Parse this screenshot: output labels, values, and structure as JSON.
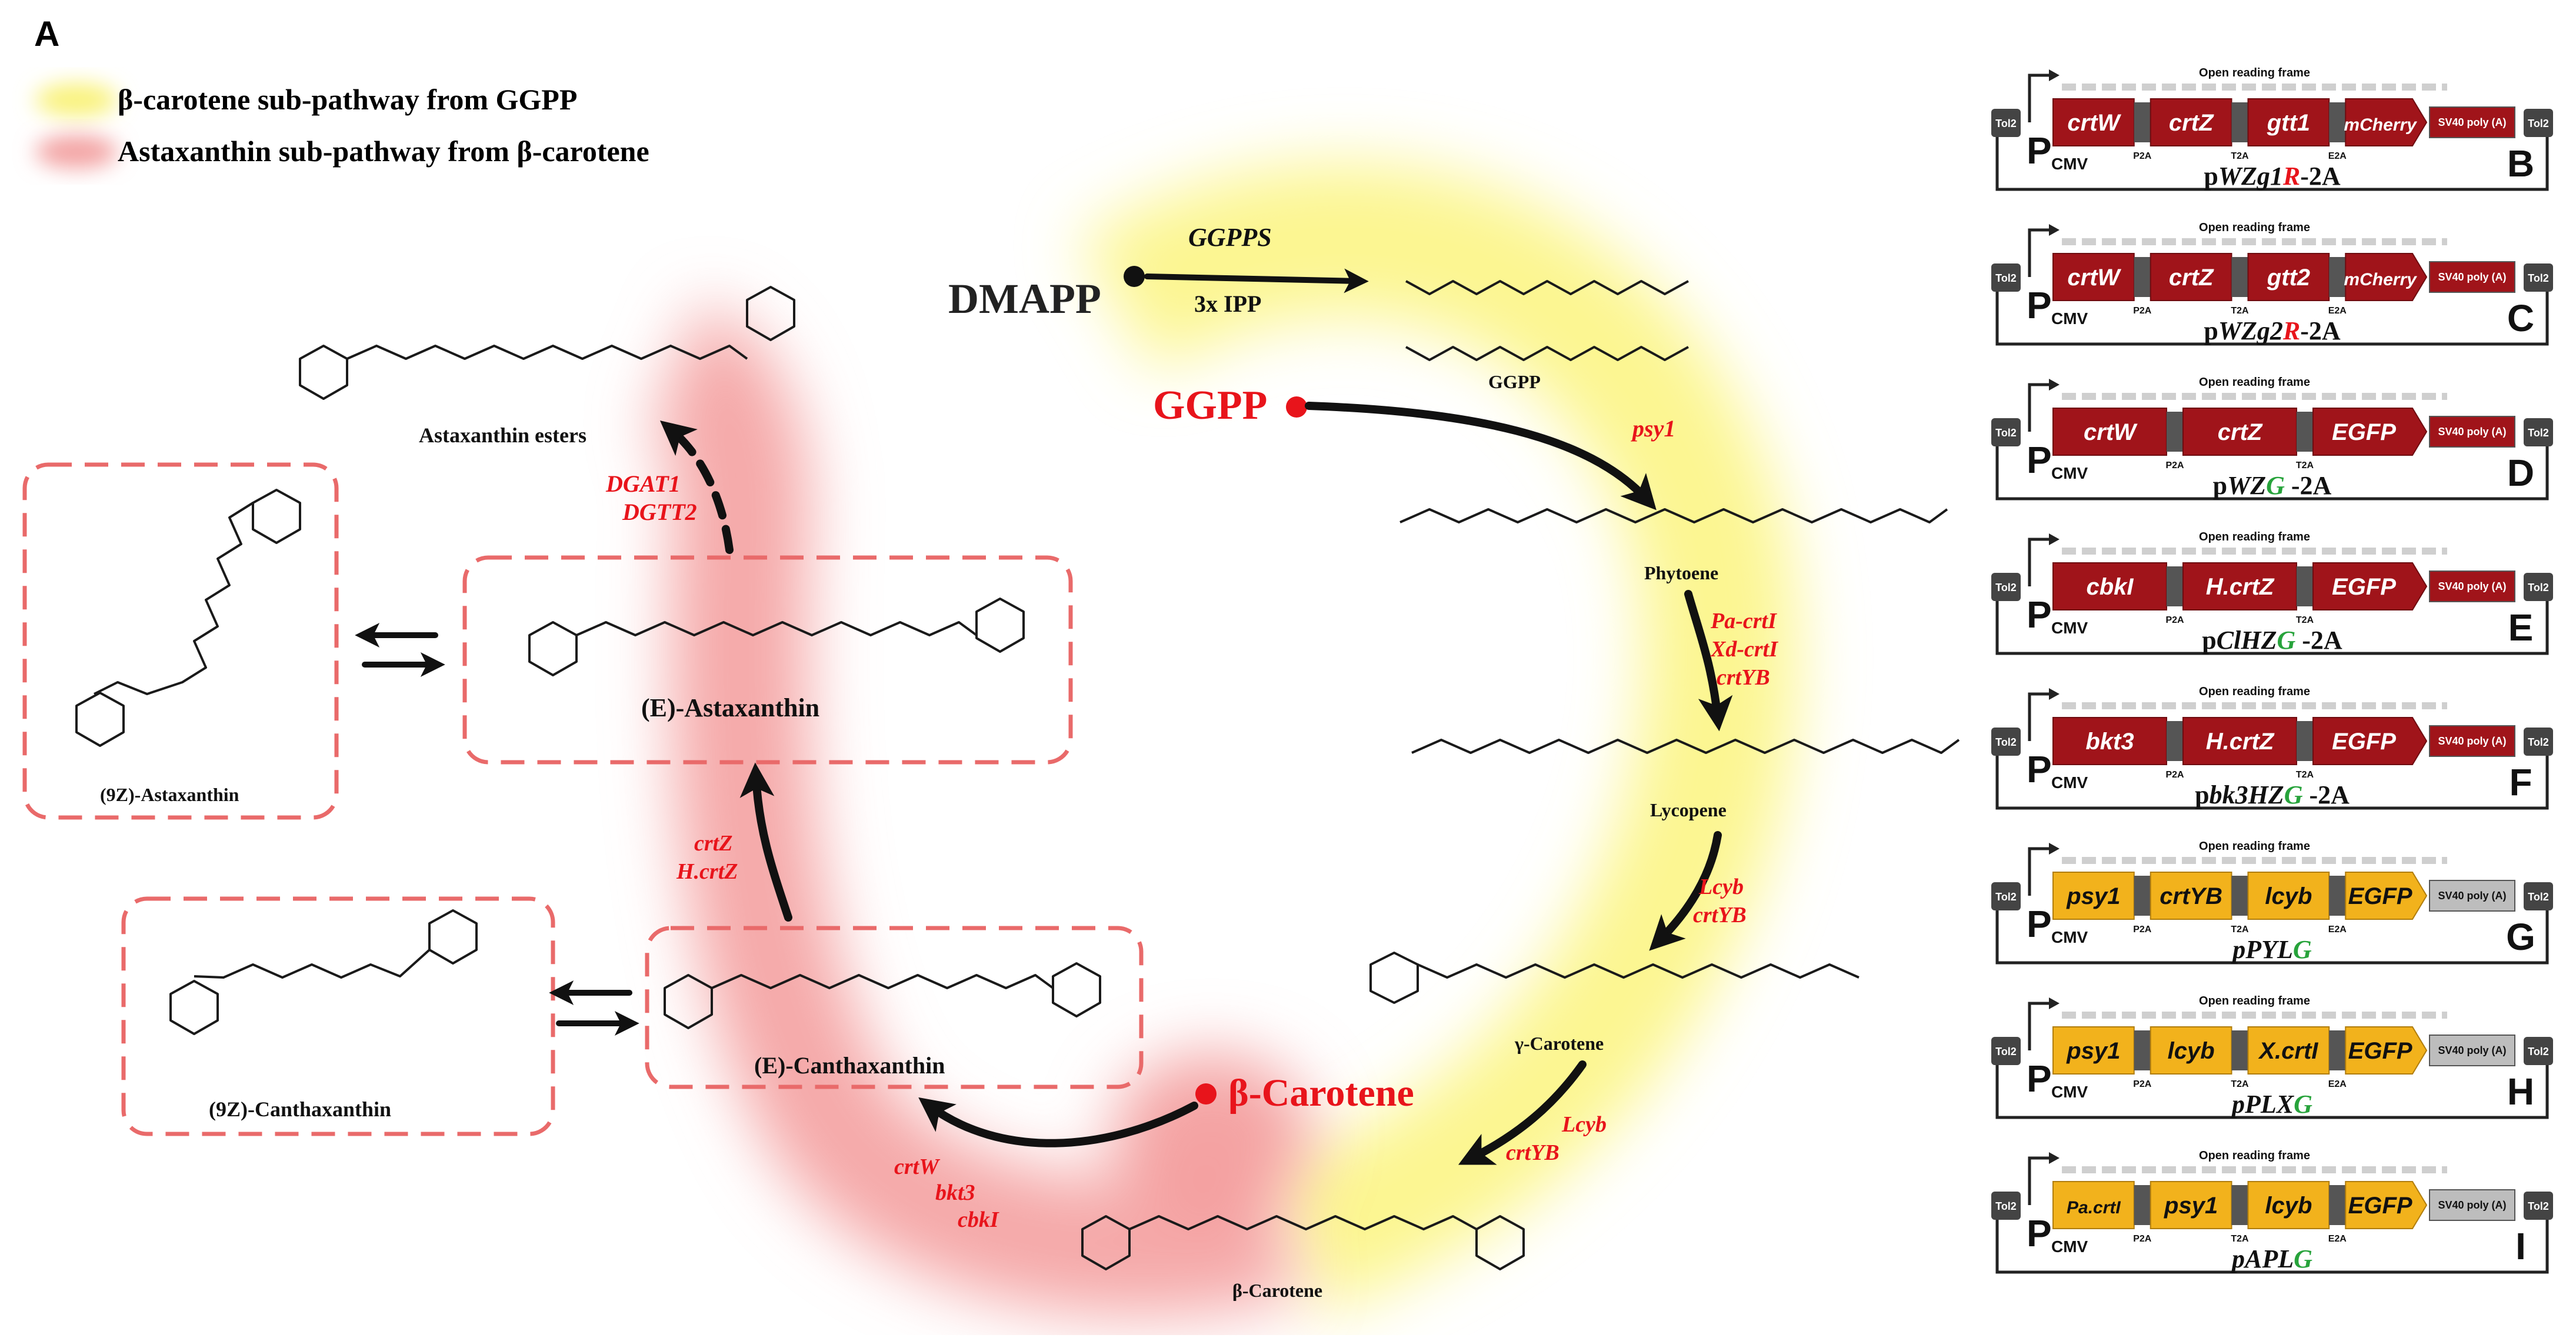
{
  "panel_letter": "A",
  "legend": [
    {
      "label": "β-carotene sub-pathway from GGPP",
      "color": "#f9f27a"
    },
    {
      "label": "Astaxanthin sub-pathway from β-carotene",
      "color": "#f3a3a3"
    }
  ],
  "colors": {
    "enzyme": "#e8141b",
    "dark_red_orf": "#a0141a",
    "yellow_orf": "#f2b21c",
    "green_letter": "#27a33b",
    "gray_poly": "#bdbdbd"
  },
  "metabolites": {
    "dmapp": "DMAPP",
    "ggpp_big": "GGPP",
    "ggpp_small": "GGPP",
    "phytoene": "Phytoene",
    "lycopene": "Lycopene",
    "gamma_carotene": "γ-Carotene",
    "beta_carotene_small": "β-Carotene",
    "beta_carotene_big": "β-Carotene",
    "canthaxanthin_e": "(E)-Canthaxanthin",
    "canthaxanthin_9z": "(9Z)-Canthaxanthin",
    "astaxanthin_e": "(E)-Astaxanthin",
    "astaxanthin_9z": "(9Z)-Astaxanthin",
    "astaxanthin_esters": "Astaxanthin esters"
  },
  "enzymes": {
    "ggpps": "GGPPS",
    "ipp": "3x IPP",
    "psy1": "psy1",
    "lycopene_step": [
      "Pa-crtI",
      "Xd-crtI",
      "crtYB"
    ],
    "gamma_step": [
      "Lcyb",
      "crtYB"
    ],
    "beta_step": [
      "Lcyb",
      "crtYB"
    ],
    "cantha_step": [
      "crtW",
      "bkt3",
      "cbkI"
    ],
    "asta_step": [
      "crtZ",
      "H.crtZ"
    ],
    "ester_step": [
      "DGAT1",
      "DGTT2"
    ]
  },
  "construct_common": {
    "orf_label": "Open reading frame",
    "tol2": "Tol2",
    "promoter_p": "P",
    "promoter_sub": "CMV",
    "poly_label": "SV40 poly (A)",
    "linkers": [
      "P2A",
      "T2A",
      "E2A"
    ]
  },
  "constructs": [
    {
      "letter": "B",
      "genes": [
        "crtW",
        "crtZ",
        "gtt1",
        "mCherry"
      ],
      "name_pre": "p",
      "name_ital": "WZg1",
      "name_color": "R",
      "name_post": "-2A",
      "name_color_hex": "#e8141b",
      "scheme": "red"
    },
    {
      "letter": "C",
      "genes": [
        "crtW",
        "crtZ",
        "gtt2",
        "mCherry"
      ],
      "name_pre": "p",
      "name_ital": "WZg2",
      "name_color": "R",
      "name_post": "-2A",
      "name_color_hex": "#e8141b",
      "scheme": "red"
    },
    {
      "letter": "D",
      "genes": [
        "crtW",
        "crtZ",
        "EGFP"
      ],
      "name_pre": "p",
      "name_ital": "WZ",
      "name_color": "G",
      "name_post": " -2A",
      "name_color_hex": "#27a33b",
      "scheme": "red"
    },
    {
      "letter": "E",
      "genes": [
        "cbkI",
        "H.crtZ",
        "EGFP"
      ],
      "name_pre": "p",
      "name_ital": "ClHZ",
      "name_color": "G",
      "name_post": " -2A",
      "name_color_hex": "#27a33b",
      "scheme": "red"
    },
    {
      "letter": "F",
      "genes": [
        "bkt3",
        "H.crtZ",
        "EGFP"
      ],
      "name_pre": "p",
      "name_ital": "bk3HZ",
      "name_color": "G",
      "name_post": " -2A",
      "name_color_hex": "#27a33b",
      "scheme": "red"
    },
    {
      "letter": "G",
      "genes": [
        "psy1",
        "crtYB",
        "lcyb",
        "EGFP"
      ],
      "name_pre": "",
      "name_ital": "pPYL",
      "name_color": "G",
      "name_post": "",
      "name_color_hex": "#27a33b",
      "scheme": "yellow"
    },
    {
      "letter": "H",
      "genes": [
        "psy1",
        "lcyb",
        "X.crtI",
        "EGFP"
      ],
      "name_pre": "",
      "name_ital": "pPLX",
      "name_color": "G",
      "name_post": "",
      "name_color_hex": "#27a33b",
      "scheme": "yellow"
    },
    {
      "letter": "I",
      "genes": [
        "Pa.crtI",
        "psy1",
        "lcyb",
        "EGFP"
      ],
      "name_pre": "",
      "name_ital": "pAPL",
      "name_color": "G",
      "name_post": "",
      "name_color_hex": "#27a33b",
      "scheme": "yellow"
    }
  ]
}
